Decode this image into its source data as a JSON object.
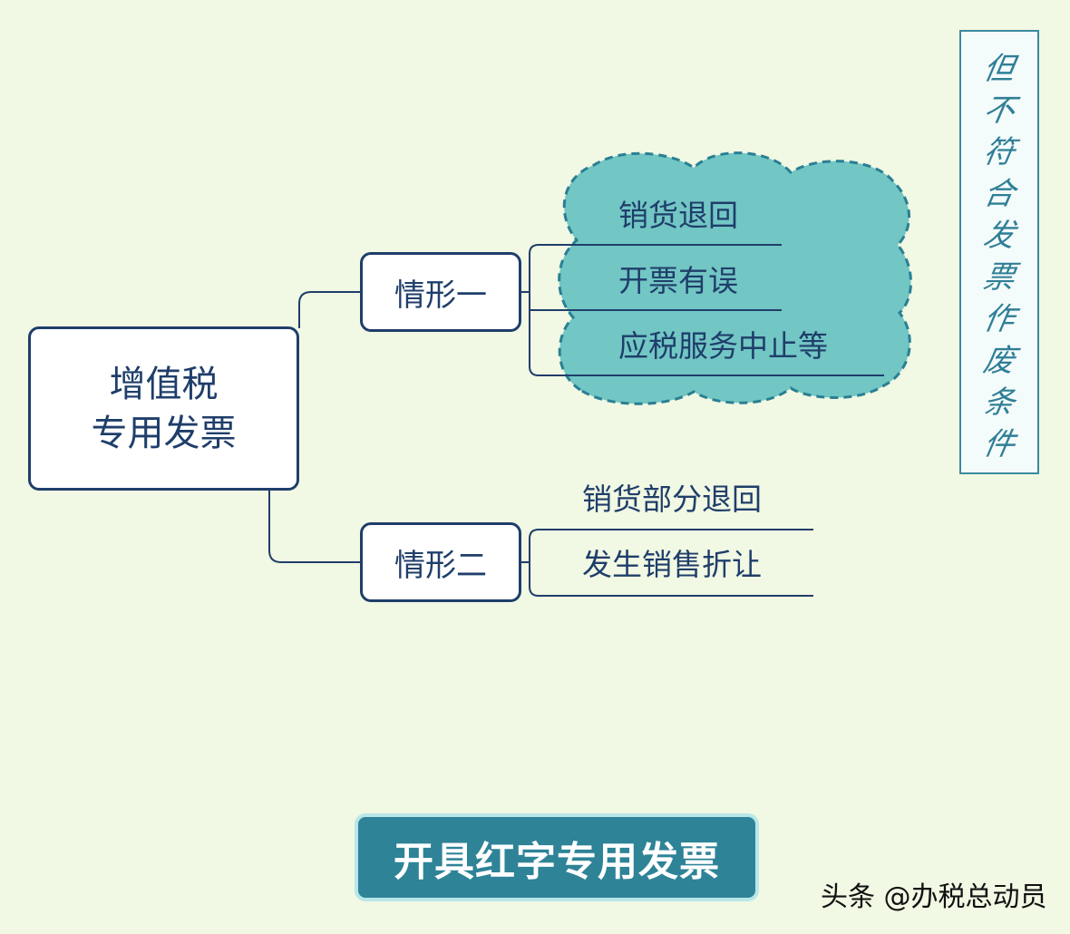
{
  "root": {
    "line1": "增值税",
    "line2": "专用发票"
  },
  "cases": [
    {
      "label": "情形一",
      "items": [
        "销货退回",
        "开票有误",
        "应税服务中止等"
      ]
    },
    {
      "label": "情形二",
      "items": [
        "销货部分退回",
        "发生销售折让"
      ]
    }
  ],
  "note_chars": [
    "但",
    "不",
    "符",
    "合",
    "发",
    "票",
    "作",
    "废",
    "条",
    "件"
  ],
  "title": "开具红字专用发票",
  "watermark": "头条 @办税总动员",
  "colors": {
    "background": "#f1f8e3",
    "node_border": "#1f3e6a",
    "cloud_fill": "#72c6c4",
    "cloud_border": "#2a7f93",
    "banner": "#2e8397"
  }
}
